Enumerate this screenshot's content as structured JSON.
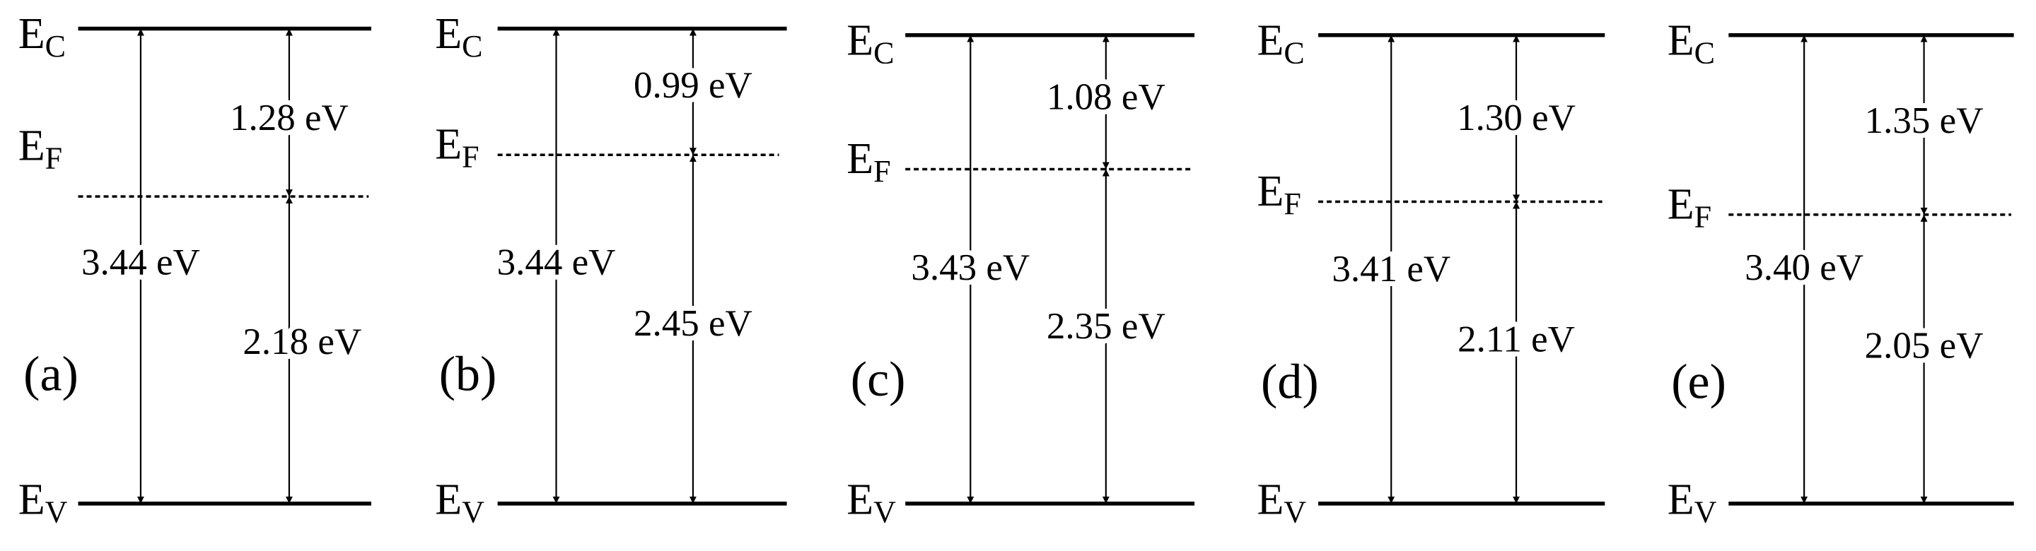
{
  "colors": {
    "line": "#000000",
    "background": "#ffffff"
  },
  "levels": {
    "conduction": "E",
    "conduction_sub": "C",
    "fermi": "E",
    "fermi_sub": "F",
    "valence": "E",
    "valence_sub": "V"
  },
  "panels": [
    {
      "label": "(a)",
      "bandgap": "3.44 eV",
      "ec_ef": "1.28 eV",
      "ef_ev": "2.18 eV"
    },
    {
      "label": "(b)",
      "bandgap": "3.44 eV",
      "ec_ef": "0.99 eV",
      "ef_ev": "2.45 eV"
    },
    {
      "label": "(c)",
      "bandgap": "3.43 eV",
      "ec_ef": "1.08 eV",
      "ef_ev": "2.35 eV"
    },
    {
      "label": "(d)",
      "bandgap": "3.41 eV",
      "ec_ef": "1.30 eV",
      "ef_ev": "2.11 eV"
    },
    {
      "label": "(e)",
      "bandgap": "3.40 eV",
      "ec_ef": "1.35 eV",
      "ef_ev": "2.05 eV"
    }
  ]
}
